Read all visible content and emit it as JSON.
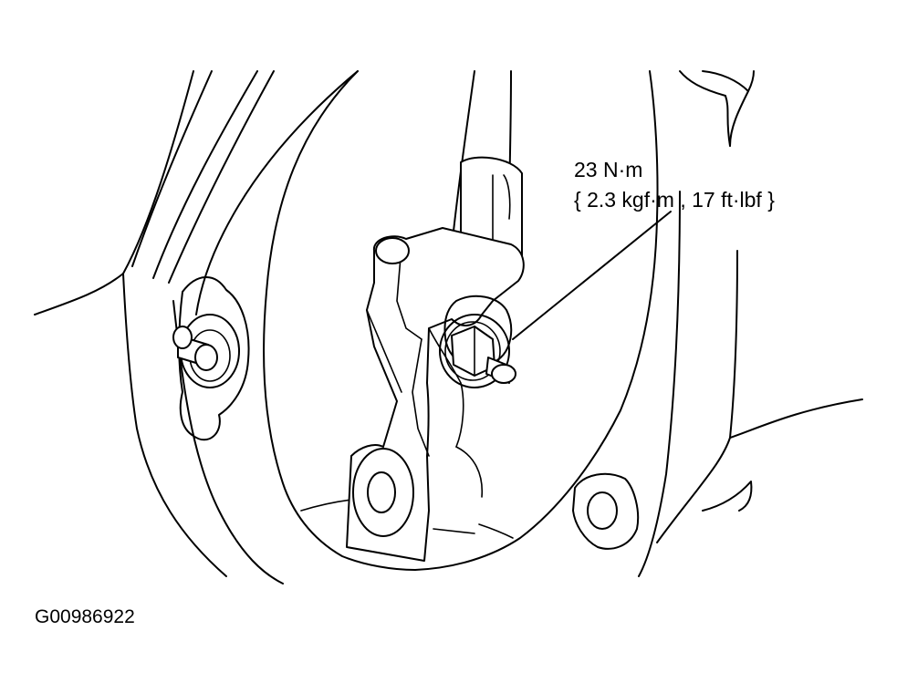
{
  "annotation": {
    "torque_line1": "23 N·m",
    "torque_line2": "{ 2.3 kgf·m , 17 ft·lbf }"
  },
  "figure_code": "G00986922",
  "colors": {
    "line": "#000000",
    "background": "#ffffff"
  }
}
